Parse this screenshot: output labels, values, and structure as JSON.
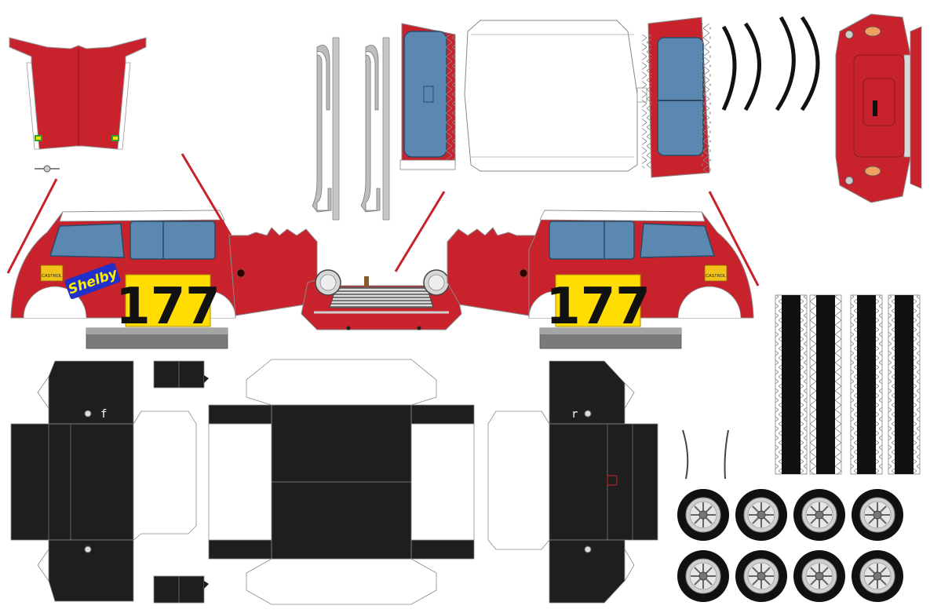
{
  "sheet": {
    "colors": {
      "body_red": "#c8232c",
      "window_blue": "#5b88b0",
      "plate_yellow": "#ffdd00",
      "chassis_black": "#1e1e1e",
      "roof_white": "#ffffff",
      "chrome_gray": "#b8b8b8",
      "sponsor_blue": "#2030c8",
      "sponsor_text": "#ffee00"
    },
    "left_side": {
      "race_number": "177",
      "sponsor_text": "Shelby",
      "badge_text": "CASTROL"
    },
    "right_side": {
      "race_number": "177",
      "badge_text": "CASTROL"
    },
    "chassis": {
      "front_mark": "f",
      "rear_mark": "r"
    },
    "icons": [
      "wheel-icon",
      "headlight-icon",
      "grille-icon",
      "fuel-cap-icon"
    ],
    "wheel_count": 8,
    "tyre_strip_count": 4
  }
}
